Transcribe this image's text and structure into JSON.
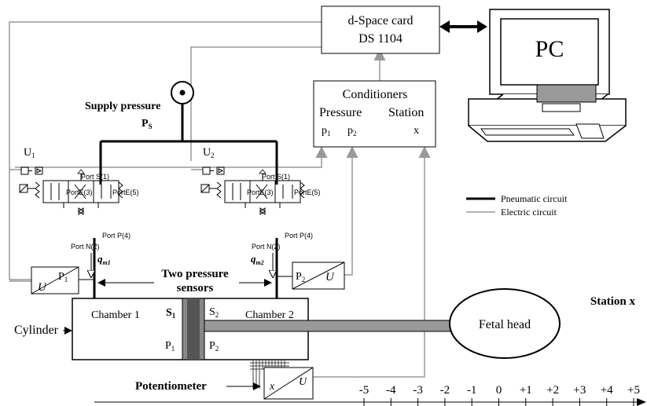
{
  "blocks": {
    "dspace_line1": "d-Space card",
    "dspace_line2": "DS 1104",
    "pc": "PC",
    "conditioners": "Conditioners",
    "cond_pressure": "Pressure",
    "cond_station": "Station",
    "cond_p1": "p",
    "cond_p1_sub": "1",
    "cond_p2": "p",
    "cond_p2_sub": "2",
    "cond_x": "x",
    "supply_pressure": "Supply pressure",
    "ps": "P",
    "ps_sub": "S"
  },
  "signals": {
    "u1": "U",
    "u1_sub": "1",
    "u2": "U",
    "u2_sub": "2"
  },
  "valves": {
    "port_s1": "Port S(1)",
    "port_e3": "PortE(3)",
    "port_e5": "PortE(5)",
    "port_p4": "Port  P(4)",
    "port_n2": "Port N(2)",
    "q1": "q",
    "q1_sub": "m1",
    "q2": "q",
    "q2_sub": "m2"
  },
  "legend": {
    "pneumatic": "Pneumatic circuit",
    "electric": "Electric circuit"
  },
  "sensors": {
    "label_line1": "Two pressure",
    "label_line2": "sensors",
    "s1_u": "U",
    "s1_p": "P",
    "s1_p_sub": "1",
    "s2_u": "U",
    "s2_p": "P",
    "s2_p_sub": "2"
  },
  "cylinder": {
    "label": "Cylinder",
    "chamber1": "Chamber 1",
    "chamber2": "Chamber 2",
    "s1": "S",
    "s1_sub": "1",
    "s2": "S",
    "s2_sub": "2",
    "p1": "P",
    "p1_sub": "1",
    "p2": "P",
    "p2_sub": "2",
    "fetal_head": "Fetal head"
  },
  "potentiometer": {
    "label": "Potentiometer",
    "x": "x",
    "u": "U"
  },
  "axis": {
    "title": "Station x",
    "ticks": [
      "-5",
      "-4",
      "-3",
      "-2",
      "-1",
      "0",
      "+1",
      "+2",
      "+3",
      "+4",
      "+5"
    ]
  }
}
